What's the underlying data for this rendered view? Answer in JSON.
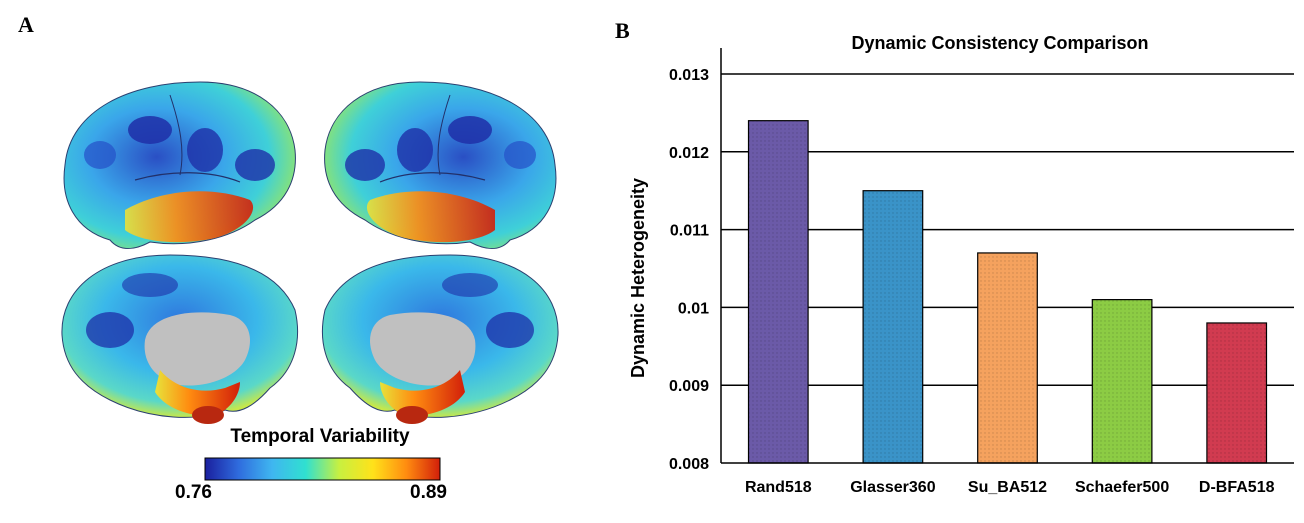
{
  "panel_labels": {
    "a": "A",
    "b": "B"
  },
  "brain_panel": {
    "colorbar_title": "Temporal Variability",
    "colorbar_min": "0.76",
    "colorbar_max": "0.89",
    "colormap": [
      "#1a1f9e",
      "#2f6cde",
      "#3fb6f0",
      "#30e0d0",
      "#c8f040",
      "#ffe21a",
      "#ff8c10",
      "#d21f0a"
    ],
    "medial_wall_color": "#c0c0c0"
  },
  "chart_data": {
    "type": "bar",
    "title": "Dynamic Consistency Comparison",
    "xlabel": "",
    "ylabel": "Dynamic Heterogeneity",
    "ylim": [
      0.008,
      0.013
    ],
    "yticks": [
      "0.008",
      "0.009",
      "0.01",
      "0.011",
      "0.012",
      "0.013"
    ],
    "categories": [
      "Rand518",
      "Glasser360",
      "Su_BA512",
      "Schaefer500",
      "D-BFA518"
    ],
    "values": [
      0.0124,
      0.0115,
      0.0107,
      0.0101,
      0.0098
    ],
    "colors": [
      "#6b5aa8",
      "#3a93c8",
      "#f5a25e",
      "#8ccc44",
      "#d13b50"
    ],
    "grid": true
  }
}
